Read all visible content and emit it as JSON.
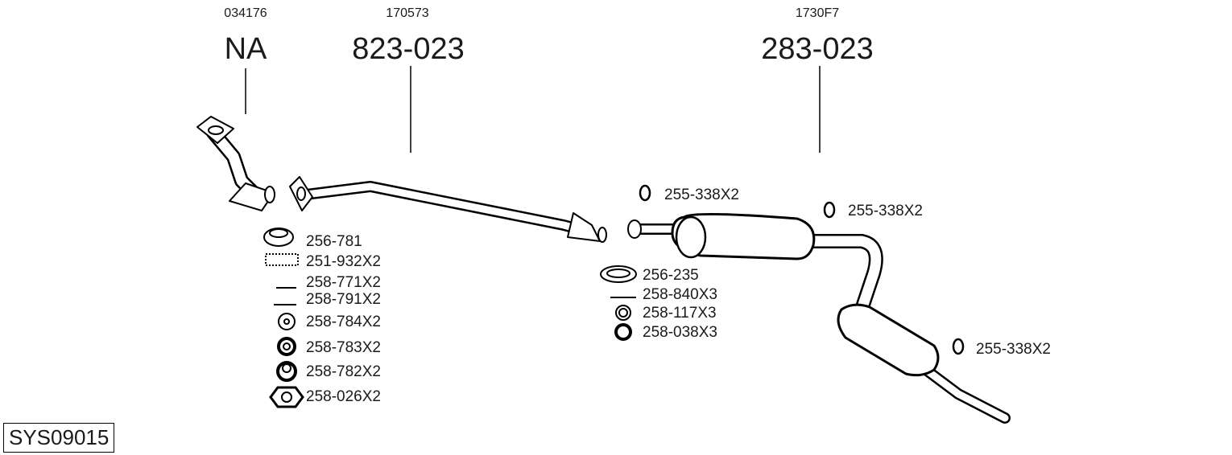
{
  "diagram_id": "SYS09015",
  "groups": [
    {
      "ref": "034176",
      "part": "NA"
    },
    {
      "ref": "170573",
      "part": "823-023"
    },
    {
      "ref": "1730F7",
      "part": "283-023"
    }
  ],
  "left_parts": [
    "256-781",
    "251-932X2",
    "258-771X2",
    "258-791X2",
    "258-784X2",
    "258-783X2",
    "258-782X2",
    "258-026X2"
  ],
  "middle_parts": [
    "256-235",
    "258-840X3",
    "258-117X3",
    "258-038X3"
  ],
  "gaskets": [
    "255-338X2",
    "255-338X2",
    "255-338X2"
  ]
}
